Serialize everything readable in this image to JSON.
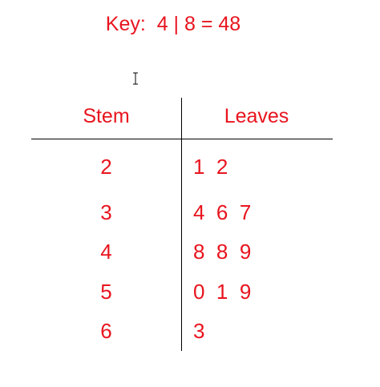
{
  "chart_data": {
    "type": "table",
    "key": "Key:  4 | 8 = 48",
    "columns": [
      "Stem",
      "Leaves"
    ],
    "rows": [
      {
        "stem": "2",
        "leaves": "1  2"
      },
      {
        "stem": "3",
        "leaves": "4  6  7"
      },
      {
        "stem": "4",
        "leaves": "8  8  9"
      },
      {
        "stem": "5",
        "leaves": "0  1  9"
      },
      {
        "stem": "6",
        "leaves": "3"
      }
    ]
  },
  "colors": {
    "text": "#e8141e",
    "lines": "#000000"
  },
  "cursor": {
    "icon": "text-cursor-icon"
  }
}
